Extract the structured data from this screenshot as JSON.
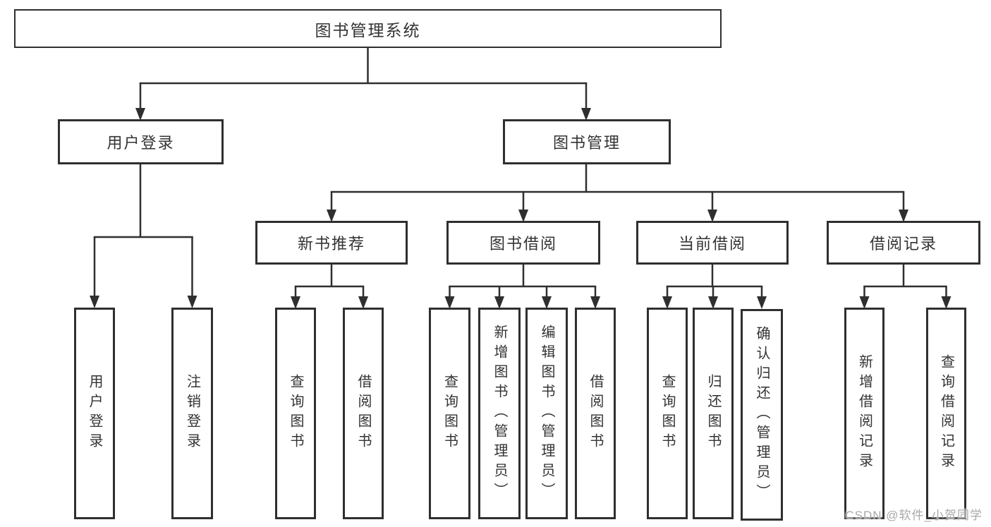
{
  "colors": {
    "line": "#2f2f2f",
    "box_border": "#2f2f2f",
    "text": "#333333",
    "watermark": "#a8a8a8",
    "background": "#ffffff"
  },
  "watermark": {
    "text": "CSDN @软件_小贺同学"
  },
  "tree": {
    "root": {
      "label": "图书管理系统",
      "children": [
        {
          "label": "用户登录",
          "children": [
            {
              "label": "用户登录"
            },
            {
              "label": "注销登录"
            }
          ]
        },
        {
          "label": "图书管理",
          "children": [
            {
              "label": "新书推荐",
              "children": [
                {
                  "label": "查询图书"
                },
                {
                  "label": "借阅图书"
                }
              ]
            },
            {
              "label": "图书借阅",
              "children": [
                {
                  "label": "查询图书"
                },
                {
                  "label": "新增图书（管理员）"
                },
                {
                  "label": "编辑图书（管理员）"
                },
                {
                  "label": "借阅图书"
                }
              ]
            },
            {
              "label": "当前借阅",
              "children": [
                {
                  "label": "查询图书"
                },
                {
                  "label": "归还图书"
                },
                {
                  "label": "确认归还（管理员）"
                }
              ]
            },
            {
              "label": "借阅记录",
              "children": [
                {
                  "label": "新增借阅记录"
                },
                {
                  "label": "查询借阅记录"
                }
              ]
            }
          ]
        }
      ]
    }
  }
}
